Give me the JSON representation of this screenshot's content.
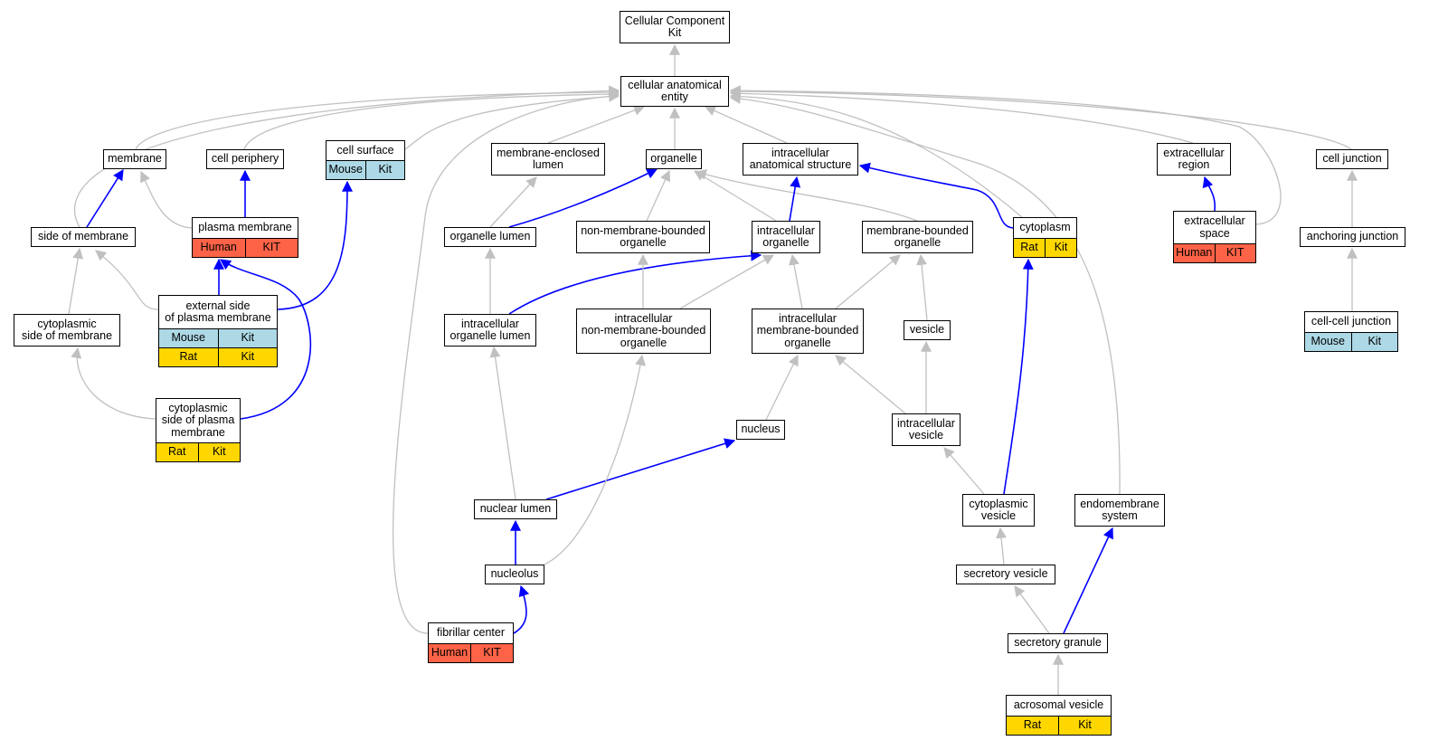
{
  "colors": {
    "grey_edge": "#c0c0c0",
    "blue_edge": "#0000ff",
    "Human": "#ff6347",
    "Mouse": "#add8e6",
    "Rat": "#ffd700"
  },
  "nodes": {
    "root": {
      "label": "Cellular Component\nKit",
      "tags": []
    },
    "cae": {
      "label": "cellular anatomical\nentity",
      "tags": []
    },
    "membrane": {
      "label": "membrane",
      "tags": []
    },
    "cellperiph": {
      "label": "cell periphery",
      "tags": []
    },
    "cellsurf": {
      "label": "cell surface",
      "tags": [
        [
          "Mouse",
          "Kit"
        ]
      ]
    },
    "melumen": {
      "label": "membrane-enclosed\nlumen",
      "tags": []
    },
    "organelle": {
      "label": "organelle",
      "tags": []
    },
    "ias": {
      "label": "intracellular\nanatomical structure",
      "tags": []
    },
    "extreg": {
      "label": "extracellular\nregion",
      "tags": []
    },
    "celljunc": {
      "label": "cell junction",
      "tags": []
    },
    "sideofmem": {
      "label": "side of membrane",
      "tags": []
    },
    "plasmamem": {
      "label": "plasma membrane",
      "tags": [
        [
          "Human",
          "KIT"
        ]
      ]
    },
    "orglumen": {
      "label": "organelle lumen",
      "tags": []
    },
    "nmbo": {
      "label": "non-membrane-bounded\norganelle",
      "tags": []
    },
    "intorg": {
      "label": "intracellular\norganelle",
      "tags": []
    },
    "mbo": {
      "label": "membrane-bounded\norganelle",
      "tags": []
    },
    "cytoplasm": {
      "label": "cytoplasm",
      "tags": [
        [
          "Rat",
          "Kit"
        ]
      ]
    },
    "extspace": {
      "label": "extracellular\nspace",
      "tags": [
        [
          "Human",
          "KIT"
        ]
      ]
    },
    "anchjunc": {
      "label": "anchoring junction",
      "tags": []
    },
    "extside": {
      "label": "external side\nof plasma membrane",
      "tags": [
        [
          "Mouse",
          "Kit"
        ],
        [
          "Rat",
          "Kit"
        ]
      ]
    },
    "cytoside": {
      "label": "cytoplasmic\nside of membrane",
      "tags": []
    },
    "iol": {
      "label": "intracellular\norganelle lumen",
      "tags": []
    },
    "inmbo": {
      "label": "intracellular\nnon-membrane-bounded\norganelle",
      "tags": []
    },
    "imbo": {
      "label": "intracellular\nmembrane-bounded\norganelle",
      "tags": []
    },
    "vesicle": {
      "label": "vesicle",
      "tags": []
    },
    "ccjunc": {
      "label": "cell-cell junction",
      "tags": [
        [
          "Mouse",
          "Kit"
        ]
      ]
    },
    "cytosidepm": {
      "label": "cytoplasmic\nside of plasma\nmembrane",
      "tags": [
        [
          "Rat",
          "Kit"
        ]
      ]
    },
    "nucleus": {
      "label": "nucleus",
      "tags": []
    },
    "ivesicle": {
      "label": "intracellular\nvesicle",
      "tags": []
    },
    "nuclumen": {
      "label": "nuclear lumen",
      "tags": []
    },
    "cytovesicle": {
      "label": "cytoplasmic\nvesicle",
      "tags": []
    },
    "endomem": {
      "label": "endomembrane\nsystem",
      "tags": []
    },
    "nucleolus": {
      "label": "nucleolus",
      "tags": []
    },
    "secves": {
      "label": "secretory vesicle",
      "tags": []
    },
    "fibcenter": {
      "label": "fibrillar center",
      "tags": [
        [
          "Human",
          "KIT"
        ]
      ]
    },
    "secgran": {
      "label": "secretory granule",
      "tags": []
    },
    "acroves": {
      "label": "acrosomal vesicle",
      "tags": [
        [
          "Rat",
          "Kit"
        ]
      ]
    }
  }
}
